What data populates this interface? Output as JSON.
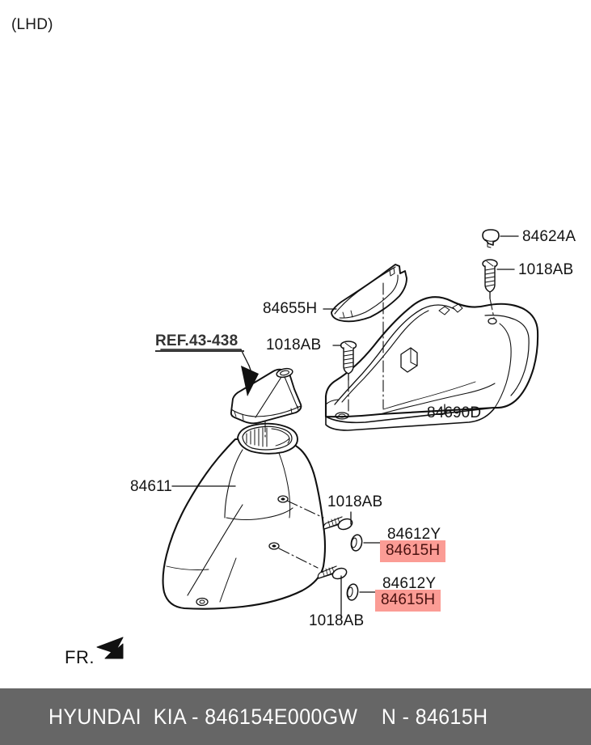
{
  "page": {
    "drive_side_note": "(LHD)",
    "orientation_marker": "FR.",
    "background_color": "#ffffff"
  },
  "reference": {
    "label": "REF.43-438"
  },
  "parts": [
    {
      "id": "part-84624A",
      "number": "84624A",
      "icon": "plug-cap-icon"
    },
    {
      "id": "part-1018AB-top",
      "number": "1018AB",
      "icon": "screw-icon"
    },
    {
      "id": "part-84655H",
      "number": "84655H",
      "icon": "trim-cover-icon"
    },
    {
      "id": "part-1018AB-mid",
      "number": "1018AB",
      "icon": "screw-icon"
    },
    {
      "id": "part-84690D",
      "number": "84690D",
      "icon": "console-upper-icon"
    },
    {
      "id": "part-84611",
      "number": "84611",
      "icon": "console-body-icon"
    },
    {
      "id": "part-1018AB-upper-right",
      "number": "1018AB",
      "icon": "screw-icon"
    },
    {
      "id": "part-1018AB-lower-right",
      "number": "1018AB",
      "icon": "screw-icon"
    }
  ],
  "highlighted_parts": [
    {
      "id": "grommet-upper",
      "alt_number": "84612Y",
      "number": "84615H",
      "highlight_color": "#fb9c95"
    },
    {
      "id": "grommet-lower",
      "alt_number": "84612Y",
      "number": "84615H",
      "highlight_color": "#fb9c95"
    }
  ],
  "footer": {
    "text": "HYUNDAI  KIA - 846154E000GW    N - 84615H",
    "background_color": "#666666",
    "text_color": "#ffffff"
  }
}
